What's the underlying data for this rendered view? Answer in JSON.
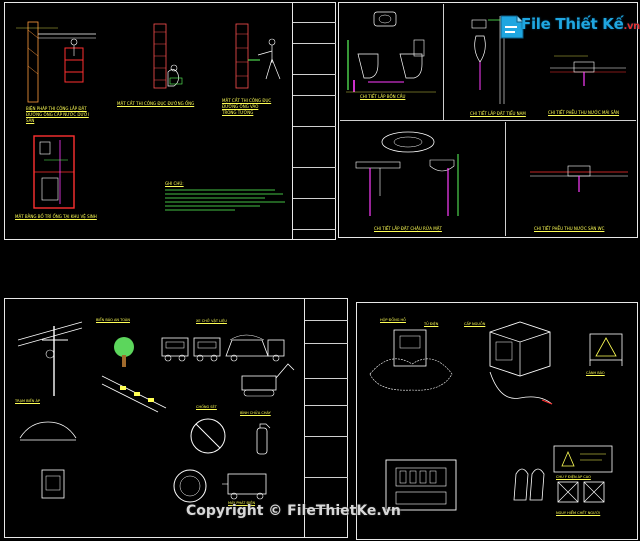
{
  "brand": {
    "name": "File Thiết Kế",
    "domain": ".vn"
  },
  "copyright": "Copyright © FileThietKe.vn",
  "colors": {
    "background": "#000000",
    "frame": "#e8e8e8",
    "caption": "#ffff55",
    "pipe_magenta": "#ff3cff",
    "pipe_red": "#ff3030",
    "equipment_white": "#ffffff",
    "brand_blue": "#1fa6e0",
    "brand_red": "#e03030"
  },
  "sheets": [
    {
      "id": "sheet-1",
      "captions": [
        "BIỆN PHÁP THI CÔNG LẮP ĐẶT ĐƯỜNG ỐNG CẤP NƯỚC DƯỚI SÀN",
        "MẶT CẮT THI CÔNG ĐỤC ĐƯỜNG ỐNG",
        "MẶT CẮT THI CÔNG ĐỤC ĐƯỜNG ỐNG VÀO TRONG TƯỜNG",
        "MẶT BẰNG BỐ TRÍ ỐNG TẠI KHU VỆ SINH",
        "GHI CHÚ:"
      ]
    },
    {
      "id": "sheet-2",
      "captions": [
        "CHI TIẾT LẮP BỒN CẦU",
        "CHI TIẾT LẮP ĐẶT TIỂU NAM",
        "CHI TIẾT PHỄU THU NƯỚC MÁI SÂN",
        "CHI TIẾT LẮP ĐẶT CHẬU RỬA MẶT",
        "CHI TIẾT PHỄU THU NƯỚC SÀN WC"
      ]
    },
    {
      "id": "sheet-3",
      "captions": [
        "TRẠM BIẾN ÁP",
        "BIỂN BÁO AN TOÀN",
        "XE CHỞ VẬT LIỆU",
        "CHỐNG SÉT",
        "BÌNH CHỮA CHÁY",
        "MÁY PHÁT ĐIỆN"
      ]
    },
    {
      "id": "sheet-4",
      "captions": [
        "HỘP ĐỒNG HỒ",
        "TỦ ĐIỆN",
        "CẤP NGUỒN",
        "CẢNH BÁO",
        "CHÚ Ý ĐIỆN ÁP CAO",
        "NGUY HIỂM CHẾT NGƯỜI"
      ]
    }
  ]
}
